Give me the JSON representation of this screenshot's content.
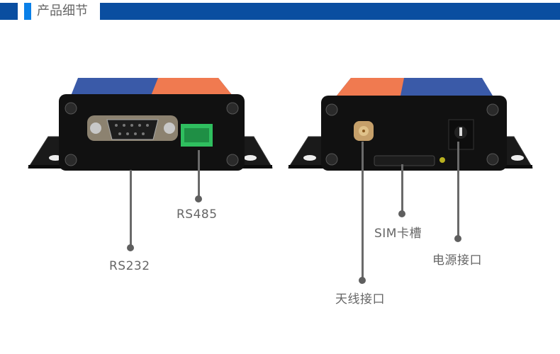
{
  "header": {
    "title": "产品细节",
    "bar_color": "#0a4ea0",
    "accent_color": "#0a80e8"
  },
  "devices": [
    {
      "name": "left-device-front",
      "ports": [
        "RS232 DB9 connector",
        "RS485 terminal block"
      ]
    },
    {
      "name": "right-device-back",
      "ports": [
        "SMA antenna connector",
        "SIM card slot",
        "DC power jack"
      ]
    }
  ],
  "callouts": [
    {
      "id": "rs232",
      "label": "RS232"
    },
    {
      "id": "rs485",
      "label": "RS485"
    },
    {
      "id": "antenna",
      "label": "天线接口"
    },
    {
      "id": "sim",
      "label": "SIM卡槽"
    },
    {
      "id": "power",
      "label": "电源接口"
    }
  ],
  "colors": {
    "callout_text": "#666666",
    "callout_line": "#6a6a6a",
    "device_body": "#111111",
    "terminal_green": "#2fbf5f",
    "label_orange": "#f07a50",
    "label_blue": "#3a5aa8"
  }
}
